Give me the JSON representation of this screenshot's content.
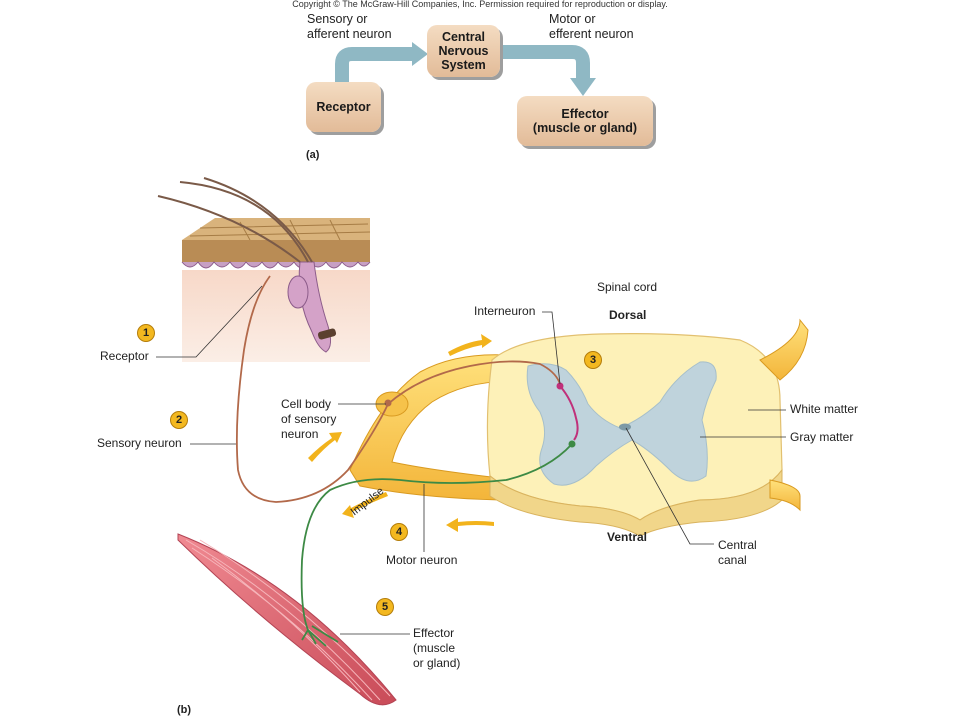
{
  "copyright": "Copyright © The McGraw-Hill Companies, Inc. Permission required for reproduction or display.",
  "panel_a": {
    "label": "(a)",
    "sensory_label": "Sensory or\nafferent neuron",
    "motor_label": "Motor or\nefferent neuron",
    "boxes": {
      "receptor": "Receptor",
      "cns": "Central\nNervous\nSystem",
      "effector": "Effector\n(muscle or gland)"
    }
  },
  "panel_b": {
    "label": "(b)",
    "steps": [
      "1",
      "2",
      "3",
      "4",
      "5"
    ],
    "labels": {
      "receptor": "Receptor",
      "sensory_neuron": "Sensory neuron",
      "cell_body": "Cell body\nof sensory\nneuron",
      "interneuron": "Interneuron",
      "spinal_cord": "Spinal cord",
      "dorsal": "Dorsal",
      "ventral": "Ventral",
      "white_matter": "White matter",
      "gray_matter": "Gray matter",
      "central_canal": "Central\ncanal",
      "impulse": "Impulse",
      "motor_neuron": "Motor neuron",
      "effector": "Effector\n(muscle\nor gland)"
    }
  },
  "colors": {
    "flow_arrow": "#8fb8c4",
    "box_fill": "#e8c6a6",
    "sensory_neuron": "#b2694a",
    "interneuron": "#c0307a",
    "motor_neuron": "#3d8a45",
    "impulse_arrow": "#f2b31c",
    "white_matter": "#fdf1b8",
    "gray_matter": "#bfd3dc",
    "muscle": "#d9606b",
    "skin": "#f5d1c0"
  }
}
